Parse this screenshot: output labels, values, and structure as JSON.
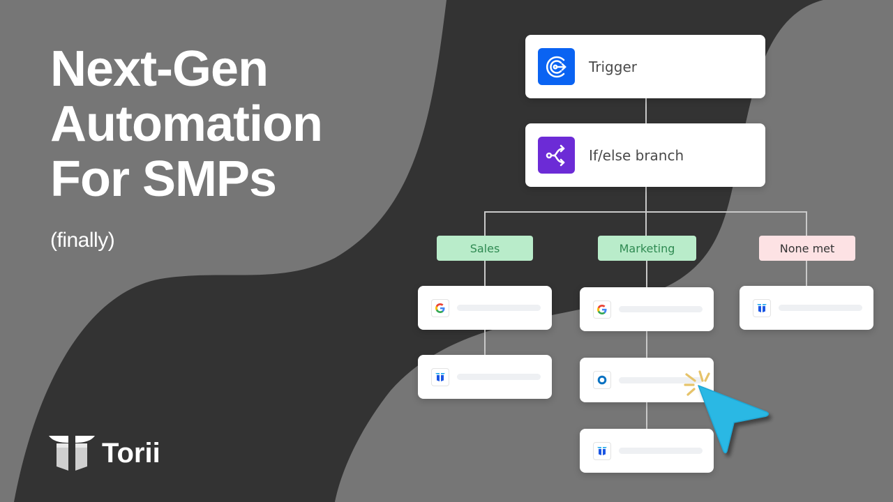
{
  "hero": {
    "headline_lines": [
      "Next-Gen",
      "Automation",
      "For SMPs"
    ],
    "subtitle": "(finally)"
  },
  "brand": {
    "name": "Torii",
    "logo_icon": "torii-gate-icon"
  },
  "colors": {
    "background_dark": "#333333",
    "background_light": "#767676",
    "trigger_icon_bg": "#0a63f2",
    "branch_icon_bg": "#6c2bd6",
    "condition_green_bg": "#b9ecca",
    "condition_green_text": "#2f8a52",
    "condition_pink_bg": "#fde2e4",
    "condition_pink_text": "#333333",
    "cursor": "#2cb8e4",
    "sparkle": "#e6c36a"
  },
  "workflow": {
    "trigger": {
      "label": "Trigger",
      "icon": "trigger-target-icon"
    },
    "branch": {
      "label": "If/else branch",
      "icon": "branch-split-icon"
    },
    "conditions": [
      {
        "label": "Sales",
        "variant": "green"
      },
      {
        "label": "Marketing",
        "variant": "green"
      },
      {
        "label": "None met",
        "variant": "pink"
      }
    ],
    "branches": [
      {
        "condition": "Sales",
        "steps": [
          {
            "icon": "google-icon"
          },
          {
            "icon": "torii-icon"
          }
        ]
      },
      {
        "condition": "Marketing",
        "steps": [
          {
            "icon": "google-icon"
          },
          {
            "icon": "okta-icon"
          },
          {
            "icon": "torii-icon"
          }
        ]
      },
      {
        "condition": "None met",
        "steps": [
          {
            "icon": "torii-icon"
          }
        ]
      }
    ]
  },
  "cursor": {
    "icon": "mouse-pointer-icon",
    "effect": "click-sparkle-icon"
  }
}
